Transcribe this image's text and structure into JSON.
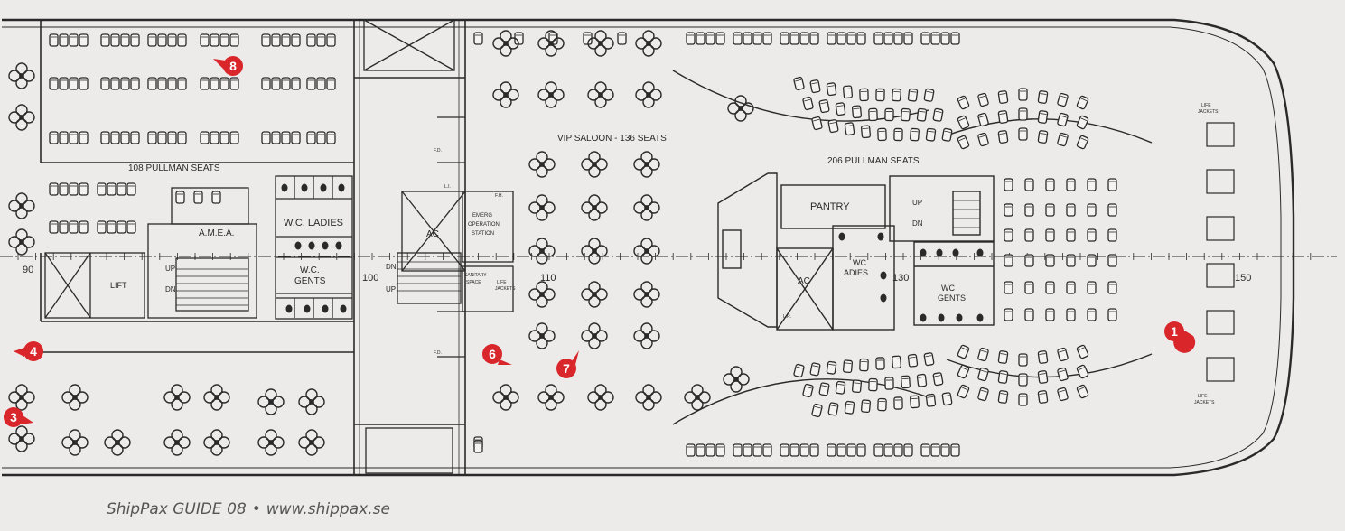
{
  "labels": {
    "pullman_108": "108 PULLMAN SEATS",
    "vip_saloon": "VIP SALOON - 136 SEATS",
    "pullman_206": "206 PULLMAN SEATS",
    "pantry": "PANTRY",
    "wc_ladies_left": "W.C. LADIES",
    "wc_gents_left": "W.C.",
    "wc_gents_left_2": "GENTS",
    "amea": "A.M.E.A.",
    "lift": "LIFT",
    "ac_left": "AC",
    "ac_right": "AC",
    "emerg_1": "EMERG",
    "emerg_2": "OPERATION",
    "emerg_3": "STATION",
    "sanitary_1": "SANITARY",
    "sanitary_2": "SPACE",
    "life_jackets_small_1": "LIFE",
    "life_jackets_small_2": "JACKETS",
    "wc_adies_1": "WC",
    "wc_adies_2": "ADIES",
    "wc_gents_right_1": "WC",
    "wc_gents_right_2": "GENTS",
    "life_jackets_top_1": "LIFE",
    "life_jackets_top_2": "JACKETS",
    "life_jackets_bottom_1": "LIFE",
    "life_jackets_bottom_2": "JACKETS",
    "up_left": "UP",
    "dn_left": "DN",
    "up_mid": "UP",
    "dn_mid": "DN",
    "up_right": "UP",
    "dn_right": "DN",
    "fd_top": "F.D.",
    "fd_bottom": "F.D.",
    "li": "L.I.",
    "fh": "F.H.",
    "lr": "L.R."
  },
  "frame_numbers": {
    "f90": "90",
    "f100": "100",
    "f110": "110",
    "f130": "130",
    "f150": "150"
  },
  "markers": {
    "m1": "1",
    "m3": "3",
    "m4": "4",
    "m6": "6",
    "m7": "7",
    "m8": "8"
  },
  "footer": {
    "guide": "ShipPax GUIDE 08",
    "separator": "•",
    "url": "www.shippax.se"
  },
  "colors": {
    "background": "#ecebea",
    "line": "#2a2a2a",
    "marker": "#d8262b"
  }
}
